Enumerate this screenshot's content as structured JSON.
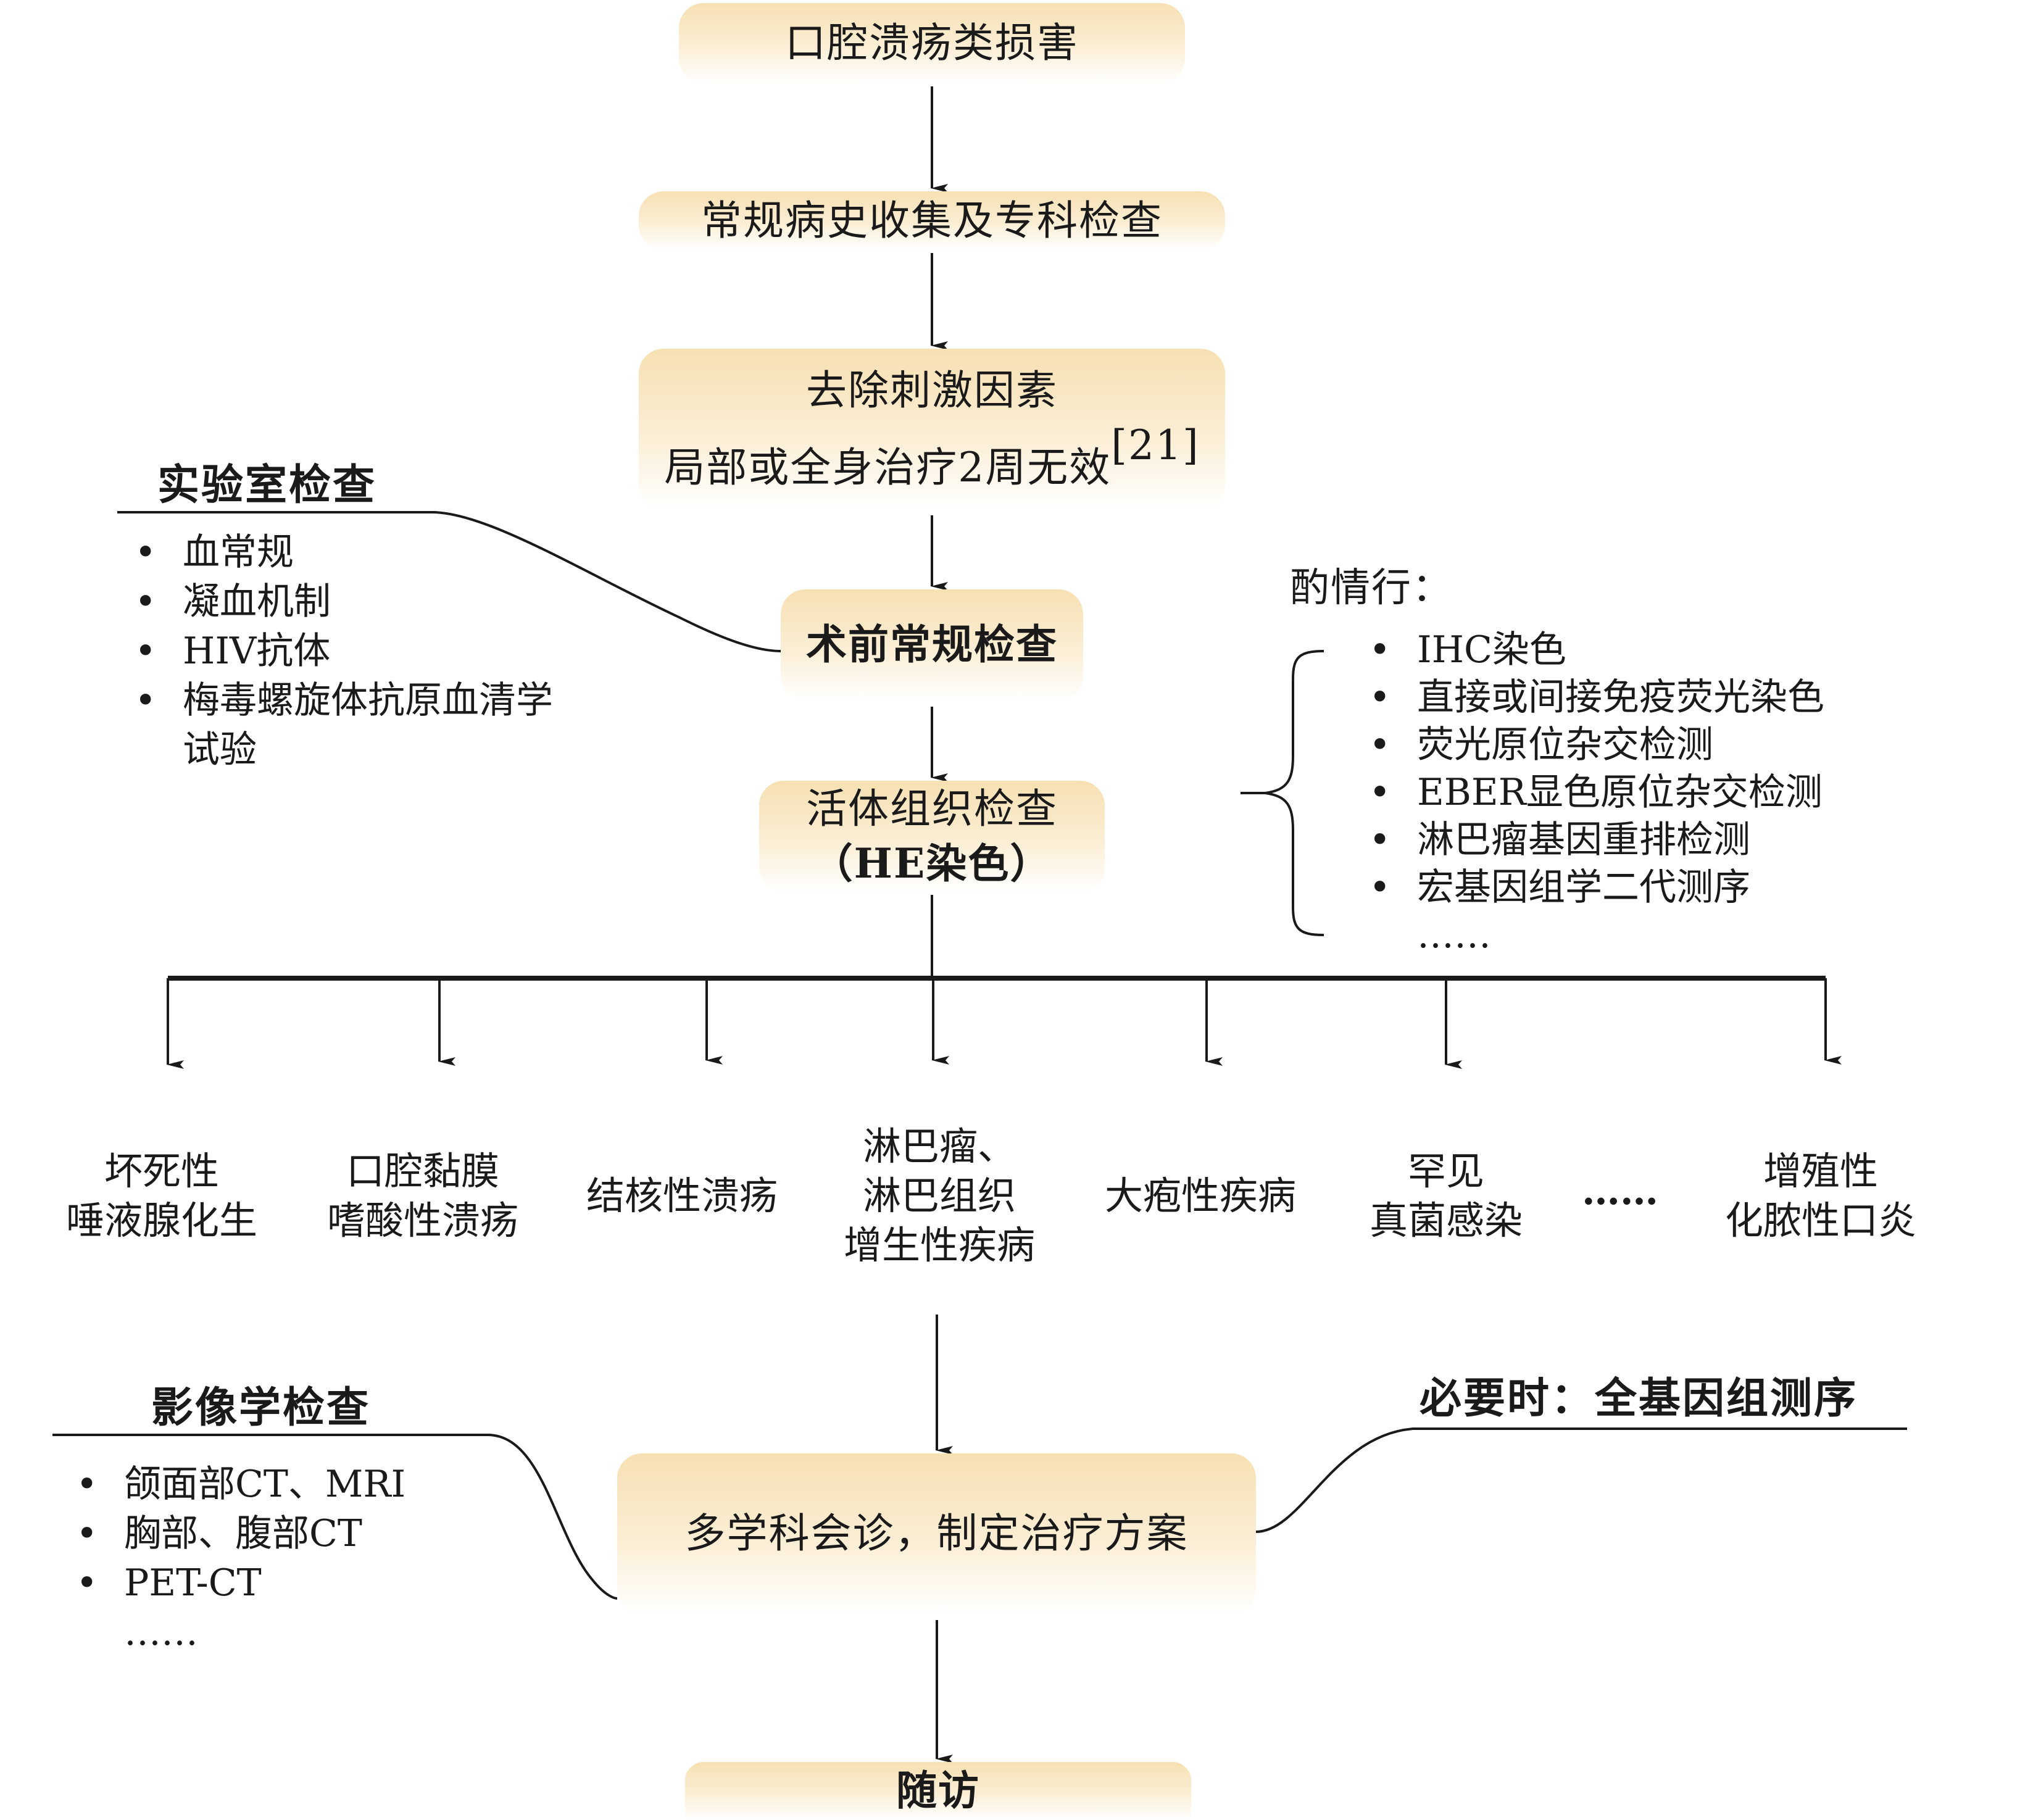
{
  "flow": {
    "step1": "口腔溃疡类损害",
    "step2": "常规病史收集及专科检查",
    "step3_line1": "去除刺激因素",
    "step3_line2": "局部或全身治疗2周无效",
    "step3_ref": "[21]",
    "step4": "术前常规检查",
    "step5_line1": "活体组织检查",
    "step5_line2": "（HE染色）",
    "step6": "多学科会诊，制定治疗方案",
    "step7": "随访"
  },
  "lab_tests": {
    "heading": "实验室检查",
    "items": [
      "血常规",
      "凝血机制",
      "HIV抗体",
      "梅毒螺旋体抗原血清学",
      "试验"
    ]
  },
  "optional_tests": {
    "heading": "酌情行：",
    "items": [
      "IHC染色",
      "直接或间接免疫荧光染色",
      "荧光原位杂交检测",
      "EBER显色原位杂交检测",
      "淋巴瘤基因重排检测",
      "宏基因组学二代测序",
      "……"
    ]
  },
  "diagnoses": [
    {
      "lines": [
        "坏死性",
        "唾液腺化生"
      ]
    },
    {
      "lines": [
        "口腔黏膜",
        "嗜酸性溃疡"
      ]
    },
    {
      "lines": [
        "结核性溃疡"
      ]
    },
    {
      "lines": [
        "淋巴瘤、",
        "淋巴组织",
        "增生性疾病"
      ]
    },
    {
      "lines": [
        "大疱性疾病"
      ]
    },
    {
      "lines": [
        "罕见",
        "真菌感染"
      ]
    },
    {
      "lines": [
        "……"
      ]
    },
    {
      "lines": [
        "增殖性",
        "化脓性口炎"
      ]
    }
  ],
  "imaging": {
    "heading": "影像学检查",
    "items": [
      "颌面部CT、MRI",
      "胸部、腹部CT",
      "PET-CT",
      "……"
    ]
  },
  "genome": {
    "heading": "必要时：全基因组测序"
  },
  "colors": {
    "box_top": "#f7e0b2",
    "box_bottom": "#ffffff",
    "line": "#1a1a1a"
  }
}
